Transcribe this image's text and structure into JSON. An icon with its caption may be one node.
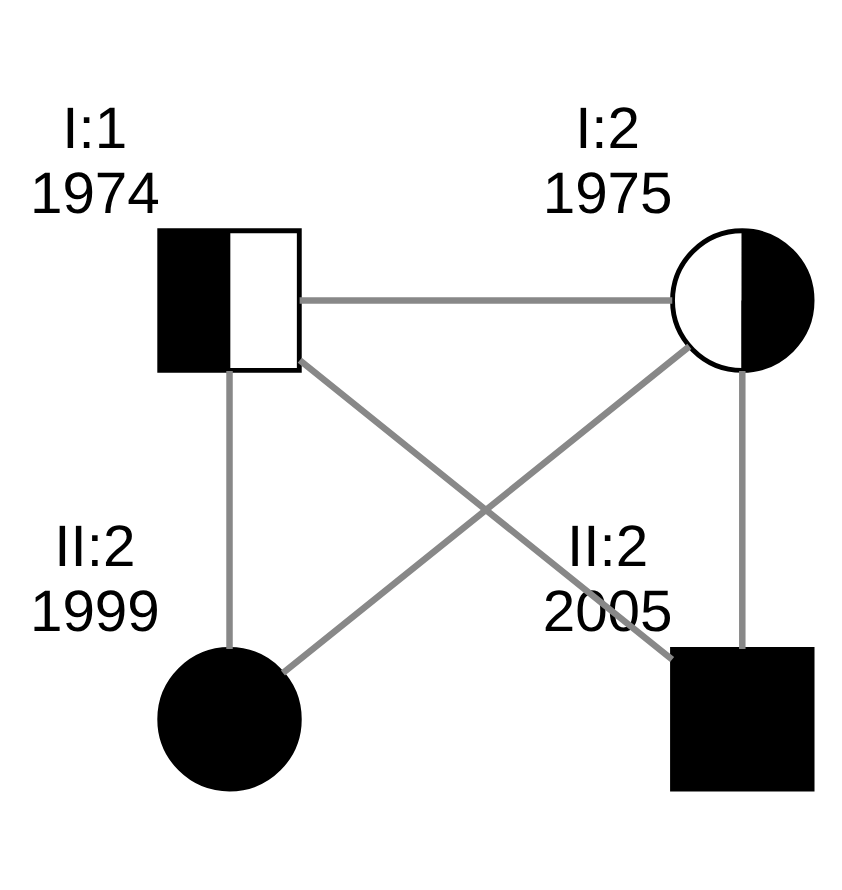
{
  "diagram": {
    "nodes": [
      {
        "text": [],
        "shape": "box",
        "beside": [
          "I:1",
          "1974"
        ]
      },
      {
        "text": [],
        "shape": "circle",
        "beside": [
          "I:2",
          "1975"
        ]
      },
      {
        "text": [],
        "shape": "circle",
        "beside": [
          "II:2",
          "1999"
        ]
      },
      {
        "text": [],
        "shape": "box",
        "beside": [
          "II:2",
          "2005"
        ]
      }
    ],
    "edges": [
      {
        "from": 0,
        "to": 1,
        "arrow": "none"
      },
      {
        "from": 0,
        "to": 2,
        "arrow": "none"
      },
      {
        "from": 1,
        "to": 2,
        "arrow": "none"
      },
      {
        "from": 0,
        "to": 3,
        "arrow": "none"
      },
      {
        "from": 1,
        "to": 3,
        "arrow": "none"
      }
    ]
  }
}
